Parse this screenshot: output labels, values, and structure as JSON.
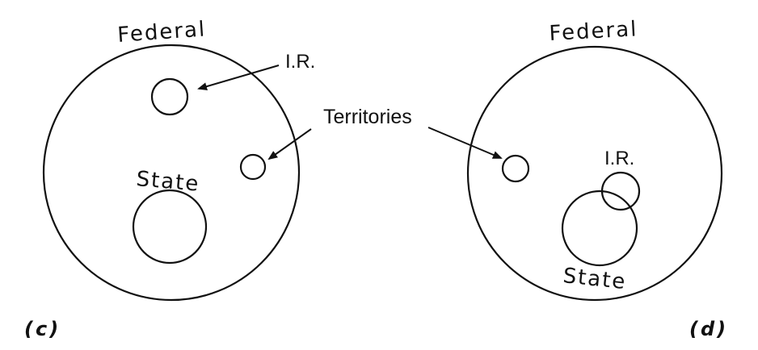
{
  "panel_c": {
    "caption": "(c)",
    "outer_label": "Federal",
    "ir_label": "I.R.",
    "state_label": "State"
  },
  "panel_d": {
    "caption": "(d)",
    "outer_label": "Federal",
    "ir_label": "I.R.",
    "state_label": "State"
  },
  "shared": {
    "territories_label": "Territories"
  },
  "colors": {
    "ink": "#111111",
    "background": "#ffffff"
  }
}
